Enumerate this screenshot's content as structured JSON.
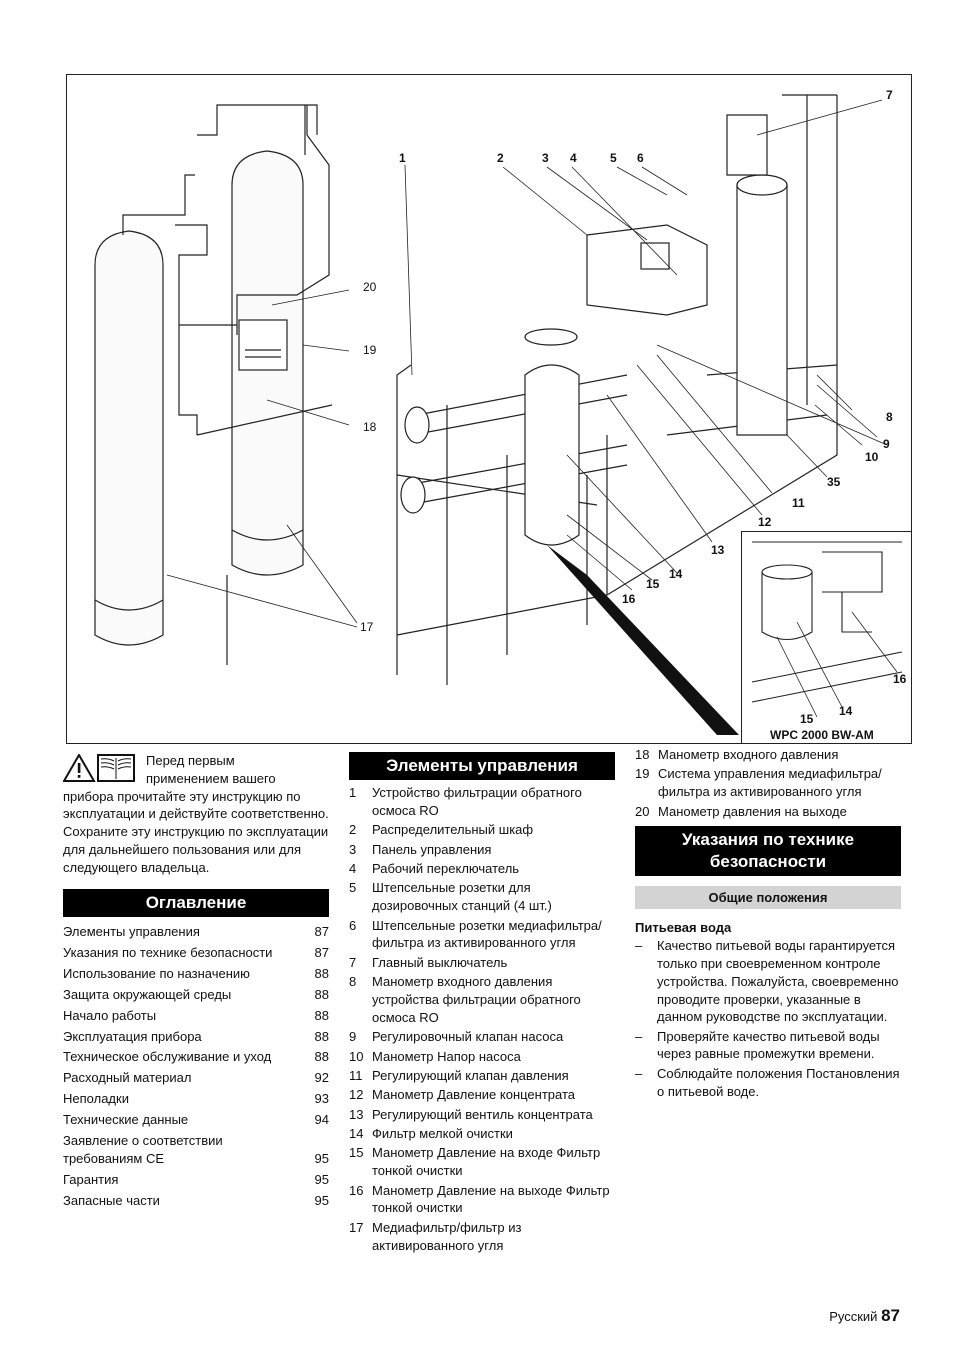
{
  "figure": {
    "callouts": [
      "1",
      "2",
      "3",
      "4",
      "5",
      "6",
      "7",
      "8",
      "9",
      "10",
      "35",
      "11",
      "12",
      "13",
      "14",
      "15",
      "16",
      "20",
      "19",
      "18",
      "17"
    ],
    "inset": {
      "callouts": [
        "16",
        "14",
        "15"
      ],
      "caption": "WPC 2000 BW-AM"
    }
  },
  "intro": {
    "line1": "Перед первым",
    "line2": "применением вашего",
    "rest": "прибора прочитайте эту инструкцию по эксплуатации и действуйте соответственно. Сохраните эту инструкцию по эксплуатации для дальнейшего пользования или для следующего владельца."
  },
  "toc": {
    "title": "Оглавление",
    "items": [
      {
        "label": "Элементы управления",
        "page": "87"
      },
      {
        "label": "Указания по технике безопасности",
        "page": "87"
      },
      {
        "label": "Использование по назначению",
        "page": "88"
      },
      {
        "label": "Защита окружающей среды",
        "page": "88"
      },
      {
        "label": "Начало работы",
        "page": "88"
      },
      {
        "label": "Эксплуатация прибора",
        "page": "88"
      },
      {
        "label": "Техническое обслуживание и уход",
        "page": "88"
      },
      {
        "label": "Расходный материал",
        "page": "92"
      },
      {
        "label": "Неполадки",
        "page": "93"
      },
      {
        "label": "Технические данные",
        "page": "94"
      },
      {
        "label": "Заявление о соответствии требованиям CE",
        "page": "95"
      },
      {
        "label": "Гарантия",
        "page": "95"
      },
      {
        "label": "Запасные части",
        "page": "95"
      }
    ]
  },
  "controls": {
    "title": "Элементы управления",
    "items": [
      {
        "n": "1",
        "text": "Устройство фильтрации обратного осмоса RO"
      },
      {
        "n": "2",
        "text": "Распределительный шкаф"
      },
      {
        "n": "3",
        "text": "Панель управления"
      },
      {
        "n": "4",
        "text": "Рабочий переключатель"
      },
      {
        "n": "5",
        "text": "Штепсельные розетки для дозировочных станций (4 шт.)"
      },
      {
        "n": "6",
        "text": "Штепсельные розетки медиафильтра/фильтра из активированного угля"
      },
      {
        "n": "7",
        "text": "Главный выключатель"
      },
      {
        "n": "8",
        "text": "Манометр входного давления устройства фильтрации обратного осмоса RO"
      },
      {
        "n": "9",
        "text": "Регулировочный клапан насоса"
      },
      {
        "n": "10",
        "text": "Манометр Напор насоса"
      },
      {
        "n": "11",
        "text": "Регулирующий клапан давления"
      },
      {
        "n": "12",
        "text": "Манометр Давление концентрата"
      },
      {
        "n": "13",
        "text": "Регулирующий вентиль концентрата"
      },
      {
        "n": "14",
        "text": "Фильтр мелкой очистки"
      },
      {
        "n": "15",
        "text": "Манометр Давление на входе Фильтр тонкой очистки"
      },
      {
        "n": "16",
        "text": "Манометр Давление на выходе Фильтр тонкой очистки"
      },
      {
        "n": "17",
        "text": "Медиафильтр/фильтр из активированного угля"
      },
      {
        "n": "18",
        "text": "Манометр входного давления"
      },
      {
        "n": "19",
        "text": "Система управления медиафильтра/фильтра из активированного угля"
      },
      {
        "n": "20",
        "text": "Манометр давления на выходе"
      }
    ]
  },
  "safety": {
    "title": "Указания по технике безопасности",
    "subtitle": "Общие положения",
    "heading": "Питьевая вода",
    "dash": "–",
    "items": [
      "Качество питьевой воды гарантируется только при своевременном контроле устройства. Пожалуйста, своевременно проводите проверки, указанные в данном руководстве по эксплуатации.",
      "Проверяйте качество питьевой воды через равные промежутки времени.",
      "Соблюдайте положения Постановления о питьевой воде."
    ]
  },
  "footer": {
    "language": "Русский",
    "page": "87"
  }
}
